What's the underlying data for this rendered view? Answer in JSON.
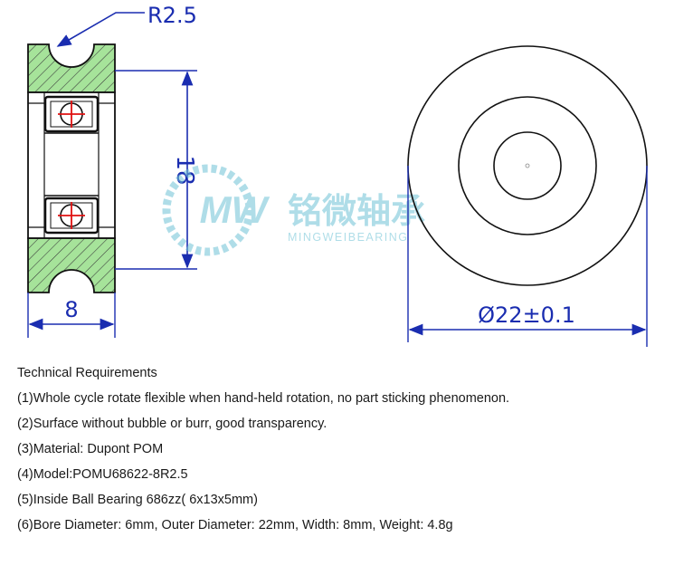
{
  "drawing": {
    "radius_label": "R2.5",
    "height_label": "18",
    "width_label": "8",
    "diameter_label": "Ø22±0.1",
    "watermark": {
      "logo_text": "MW",
      "brand_cn": "铭微轴承",
      "brand_en": "MINGWEIBEARING"
    },
    "colors": {
      "dimension": "#1a2db0",
      "hatch_fill": "#a6e39a",
      "outline": "#111111",
      "bearing_mark": "#e01010",
      "watermark": "#6fc3d6"
    }
  },
  "requirements": {
    "title": "Technical Requirements",
    "items": [
      "(1)Whole cycle rotate flexible when hand-held rotation, no part sticking phenomenon.",
      "(2)Surface without bubble or burr, good transparency.",
      "(3)Material: Dupont POM",
      "(4)Model:POMU68622-8R2.5",
      "(5)Inside Ball Bearing 686zz( 6x13x5mm)",
      "(6)Bore Diameter: 6mm, Outer Diameter: 22mm, Width: 8mm, Weight: 4.8g"
    ]
  }
}
